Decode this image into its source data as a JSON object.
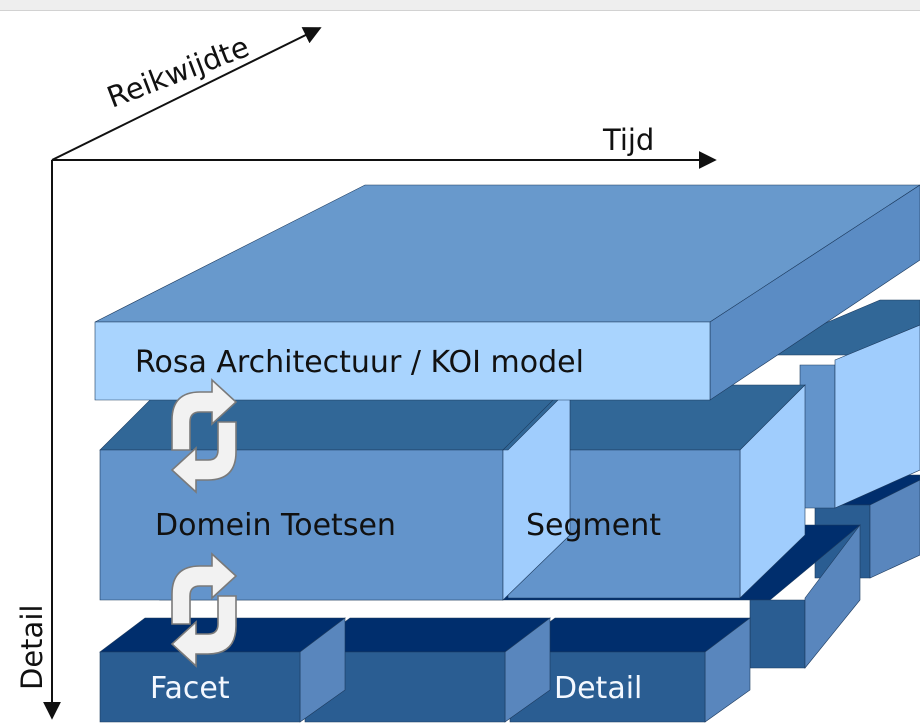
{
  "diagram": {
    "axes": {
      "scope": "Reikwijdte",
      "time": "Tijd",
      "detail": "Detail"
    },
    "layers": {
      "top": "Rosa Architectuur / KOI model",
      "middle_left": "Domein Toetsen",
      "middle_right": "Segment",
      "bottom_left": "Facet",
      "bottom_right": "Detail"
    },
    "colors": {
      "top_front": "#a9d4fe",
      "top_top": "#6899cc",
      "top_side": "#5b8cc4",
      "mid_front": "#6394cb",
      "mid_top": "#316797",
      "mid_side": "#a0cdfd",
      "bot_front": "#2a5d92",
      "bot_top": "#002e6d",
      "bot_side": "#5986bd",
      "cycle_arrow": "#f2f2f2"
    },
    "icons": [
      "cycle-arrows-icon",
      "cycle-arrows-icon"
    ]
  }
}
